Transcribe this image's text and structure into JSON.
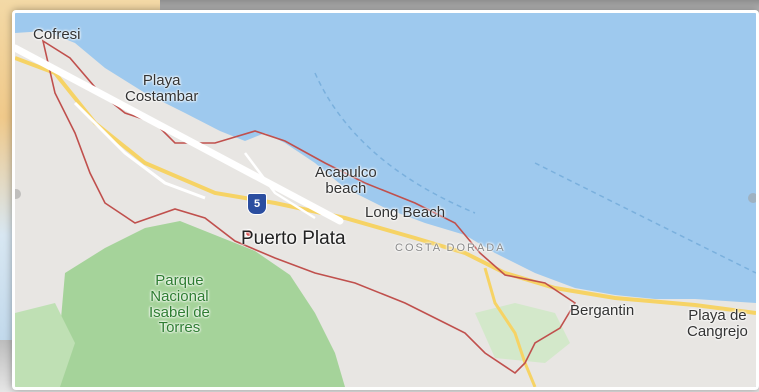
{
  "map": {
    "colors": {
      "water": "#9ec9ee",
      "land": "#e8e6e3",
      "park": "#a5d39a",
      "boundary": "#c0504d",
      "road_major": "#f6d365",
      "road_minor": "#ffffff",
      "pointer": "#ffffff"
    },
    "labels": {
      "cofresi": "Cofresi",
      "playa_costambar": "Playa\nCostambar",
      "acapulco_beach": "Acapulco\nbeach",
      "long_beach": "Long Beach",
      "puerto_plata": "Puerto Plata",
      "costa_dorada": "COSTA DORADA",
      "parque": "Parque\nNacional\nIsabel de\nTorres",
      "bergantin": "Bergantin",
      "playa_cangrejo": "Playa de\nCangrejo"
    },
    "route_shield": "5",
    "icons": {
      "place_pin": "pin-icon",
      "route_shield": "highway-shield-icon"
    }
  }
}
